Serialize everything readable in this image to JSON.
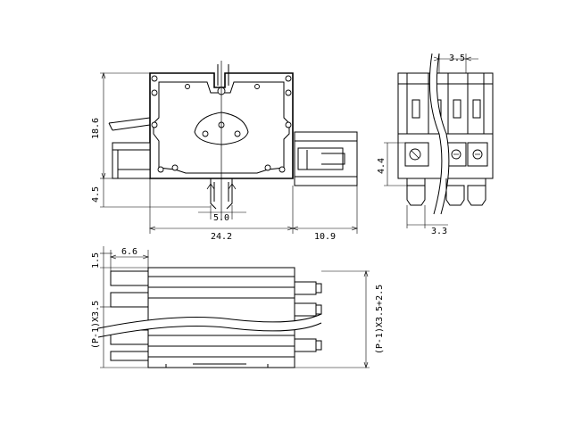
{
  "dimensions": {
    "front_height": "18.6",
    "front_offset": "4.5",
    "pin_pitch": "5.0",
    "front_width": "24.2",
    "plug_length": "10.9",
    "side_pitch": "3.5",
    "side_height": "4.4",
    "side_offset": "3.3",
    "top_offset": "1.5",
    "top_width": "6.6",
    "top_pitch_formula": "(P-1)X3.5",
    "top_total_formula": "(P-1)X3.5+2.5"
  }
}
